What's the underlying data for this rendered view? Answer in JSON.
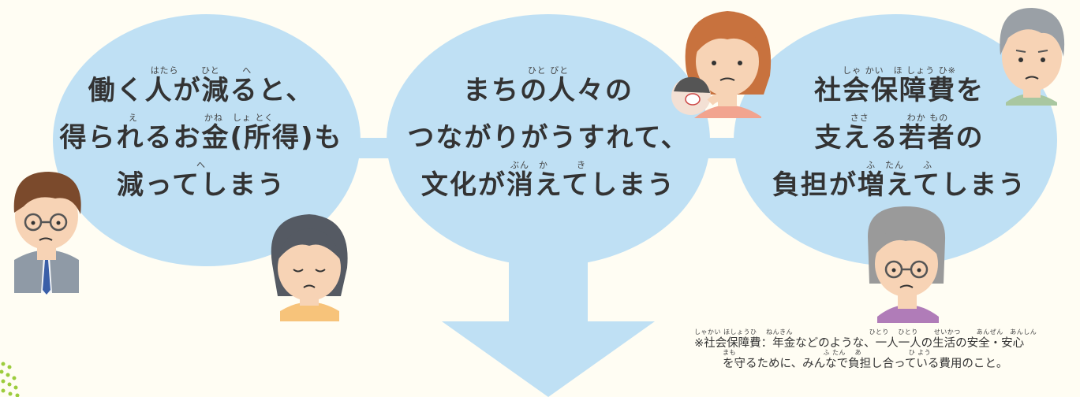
{
  "colors": {
    "background": "#fffdf3",
    "bubble": "#bfe0f4",
    "arrow": "#bfe0f4",
    "text": "#333333",
    "dots": "#9ccc3c"
  },
  "bubbles": [
    {
      "ruby1": "はたら　　 ひと　　 へ",
      "line1": "働く人が減ると、",
      "ruby2": "え　　　　　　　かね　しょ とく",
      "line2": "得られるお金(所得)も",
      "ruby3": "へ",
      "line3": "減ってしまう"
    },
    {
      "ruby1": "ひと びと",
      "line1": "まちの人々の",
      "ruby2": "",
      "line2": "つながりがうすれて、",
      "ruby3": "ぶん　か　　　き",
      "line3": "文化が消えてしまう"
    },
    {
      "ruby1": "しゃ かい　ほ しょう ひ※",
      "line1": "社会保障費を",
      "ruby2": "ささ　　　　わか もの",
      "line2": "支える若者の",
      "ruby3": "ふ　たん　　ふ",
      "line3": "負担が増えてしまう"
    }
  ],
  "note": {
    "ruby1": "しゃかい ほしょうひ　 ねんきん　　　　　　　　　　　 ひとり　 ひとり　　 せいかつ　　 あんぜん　あんしん",
    "line1": "※社会保障費：年金などのような、一人一人の生活の安全・安心",
    "ruby2": "まも　　　　　　　　　　　　　ふ たん　 あ　　　　　　　ひ よう",
    "line2": "を守るために、みんなで負担し合っている費用のこと。"
  },
  "people": [
    {
      "name": "man-with-glasses"
    },
    {
      "name": "woman-eyes-closed"
    },
    {
      "name": "mother-holding-baby"
    },
    {
      "name": "elderly-man"
    },
    {
      "name": "elderly-woman-with-glasses"
    }
  ]
}
